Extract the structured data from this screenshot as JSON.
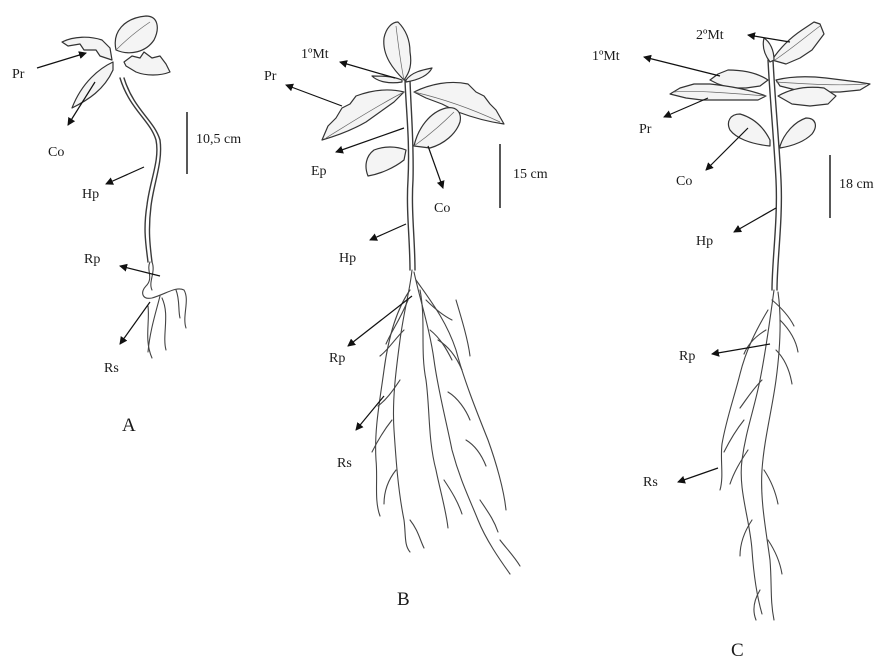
{
  "plants": {
    "A": {
      "panel": "A",
      "scale": "10,5 cm",
      "labels": {
        "pr": "Pr",
        "co": "Co",
        "hp": "Hp",
        "rp": "Rp",
        "rs": "Rs"
      }
    },
    "B": {
      "panel": "B",
      "scale": "15 cm",
      "labels": {
        "mt1": "1ºMt",
        "pr": "Pr",
        "ep": "Ep",
        "co": "Co",
        "hp": "Hp",
        "rp": "Rp",
        "rs": "Rs"
      }
    },
    "C": {
      "panel": "C",
      "scale": "18 cm",
      "labels": {
        "mt2": "2ºMt",
        "mt1": "1ºMt",
        "pr": "Pr",
        "co": "Co",
        "hp": "Hp",
        "rp": "Rp",
        "rs": "Rs"
      }
    }
  }
}
